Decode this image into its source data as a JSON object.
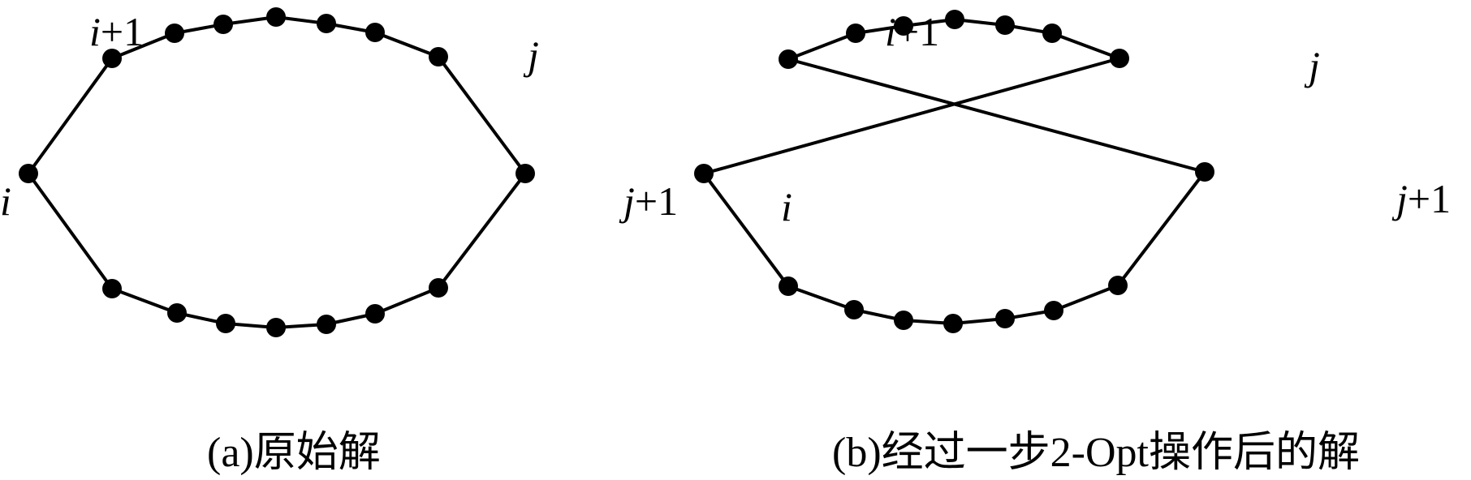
{
  "panels": [
    {
      "id": "a",
      "caption": "(a)原始解",
      "labels": {
        "i": {
          "var": "i",
          "suffix": ""
        },
        "i_plus_1": {
          "var": "i",
          "suffix": "+1"
        },
        "j": {
          "var": "j",
          "suffix": ""
        },
        "j_plus_1": {
          "var": "j",
          "suffix": "+1"
        }
      }
    },
    {
      "id": "b",
      "caption": "(b)经过一步2-Opt操作后的解",
      "labels": {
        "i": {
          "var": "i",
          "suffix": ""
        },
        "i_plus_1": {
          "var": "i",
          "suffix": "+1"
        },
        "j": {
          "var": "j",
          "suffix": ""
        },
        "j_plus_1": {
          "var": "j",
          "suffix": "+1"
        }
      }
    }
  ],
  "colors": {
    "stroke": "#000000",
    "node": "#000000",
    "background": "#ffffff"
  }
}
